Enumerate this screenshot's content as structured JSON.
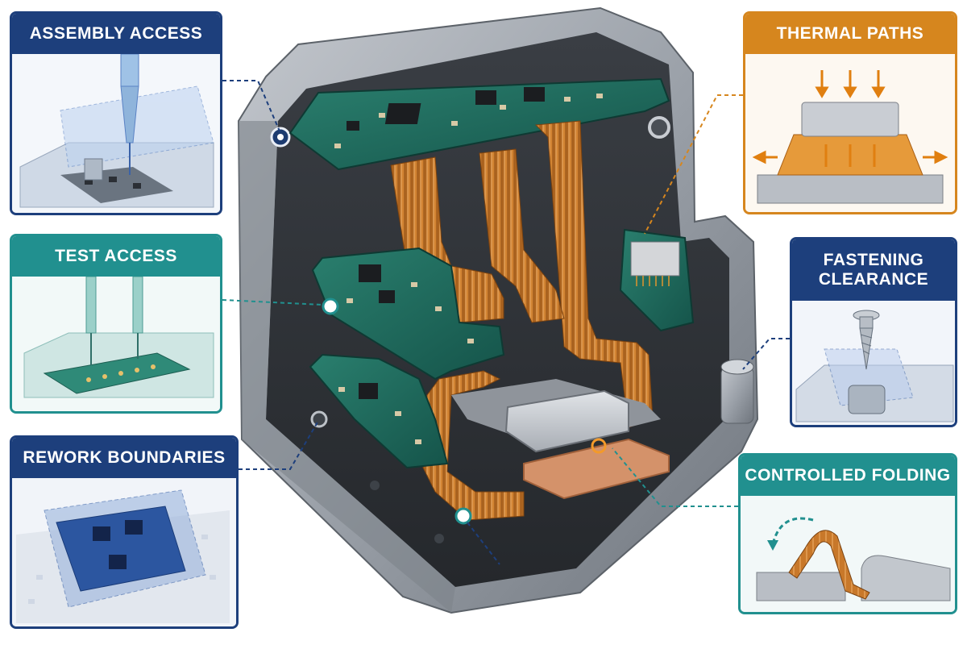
{
  "callouts": {
    "assembly": {
      "title": "ASSEMBLY ACCESS",
      "color": "#1d3f7c"
    },
    "test": {
      "title": "TEST ACCESS",
      "color": "#21908f"
    },
    "rework": {
      "title": "REWORK BOUNDARIES",
      "color": "#1d3f7c"
    },
    "thermal": {
      "title": "THERMAL PATHS",
      "color": "#d6861e"
    },
    "fastening": {
      "title": "FASTENING CLEARANCE",
      "color": "#1d3f7c"
    },
    "folding": {
      "title": "CONTROLLED FOLDING",
      "color": "#21908f"
    }
  },
  "palette": {
    "housing": "#9aa0a8",
    "pcb": "#1e6a5c",
    "flex_circuit": "#c8782a",
    "copper_spreader": "#d4926a",
    "heat_block": "#c9ccd1"
  },
  "icons": [
    "nozzle-icon",
    "test-probe-icon",
    "screw-icon",
    "heat-arrow-icon",
    "fold-arrow-icon"
  ]
}
